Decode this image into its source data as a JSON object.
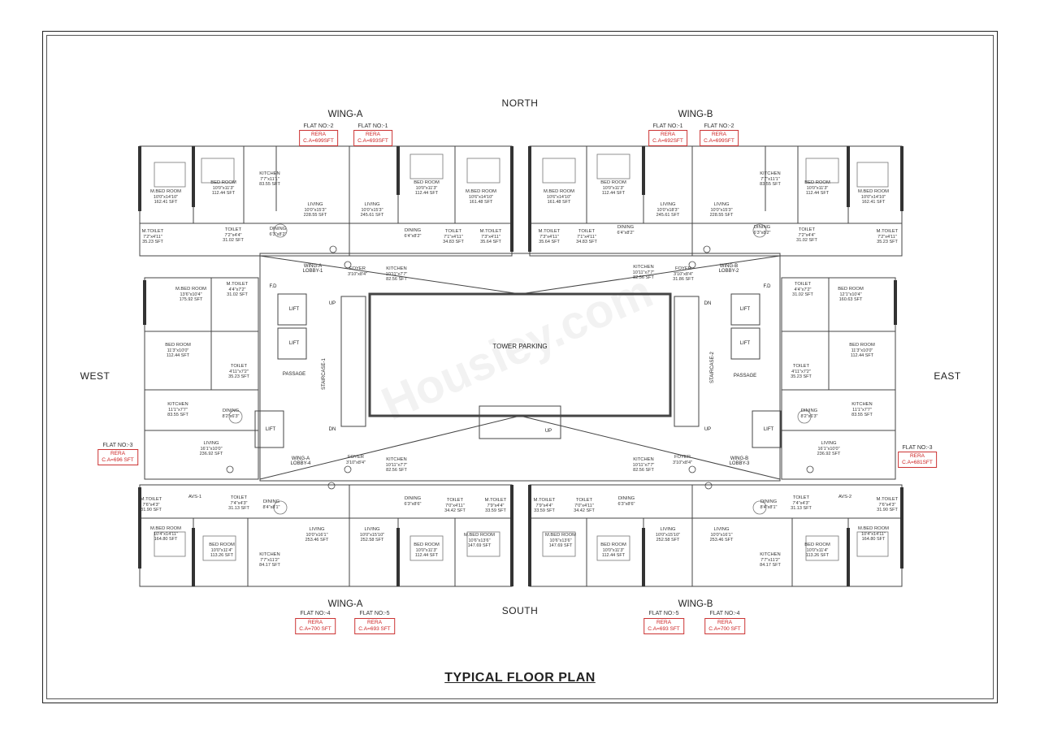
{
  "title": "TYPICAL FLOOR PLAN",
  "watermark": "Housiey.com",
  "directions": {
    "north": "NORTH",
    "south": "SOUTH",
    "east": "EAST",
    "west": "WEST"
  },
  "wings": {
    "wing_a_top": "WING-A",
    "wing_b_top": "WING-B",
    "wing_a_bottom": "WING-A",
    "wing_b_bottom": "WING-B"
  },
  "flats": {
    "a2": {
      "no": "FLAT NO:-2",
      "rera": "RERA",
      "ca": "C.A=699SFT"
    },
    "a1": {
      "no": "FLAT NO:-1",
      "rera": "RERA",
      "ca": "C.A=693SFT"
    },
    "b1": {
      "no": "FLAT NO:-1",
      "rera": "RERA",
      "ca": "C.A=692SFT"
    },
    "b2": {
      "no": "FLAT NO:-2",
      "rera": "RERA",
      "ca": "C.A=699SFT"
    },
    "a3": {
      "no": "FLAT NO:-3",
      "rera": "RERA",
      "ca": "C.A=696 SFT"
    },
    "b3": {
      "no": "FLAT NO:-3",
      "rera": "RERA",
      "ca": "C.A=681SFT"
    },
    "a4": {
      "no": "FLAT NO:-4",
      "rera": "RERA",
      "ca": "C.A=700 SFT"
    },
    "a5": {
      "no": "FLAT NO:-5",
      "rera": "RERA",
      "ca": "C.A=693 SFT"
    },
    "b5": {
      "no": "FLAT NO:-5",
      "rera": "RERA",
      "ca": "C.A=693 SFT"
    },
    "b4": {
      "no": "FLAT NO:-4",
      "rera": "RERA",
      "ca": "C.A=700 SFT"
    }
  },
  "core": {
    "tower_parking": "TOWER PARKING",
    "lift": "LIFT",
    "passage": "PASSAGE",
    "staircase_1": "STAIRCASE-1",
    "staircase_2": "STAIRCASE-2",
    "lobby_a1": "WING-A LOBBY-1",
    "lobby_b2": "WING-B LOBBY-2",
    "lobby_a4": "WING-A LOBBY-4",
    "lobby_b3": "WING-B LOBBY-3",
    "up": "UP",
    "dn": "DN",
    "fd": "F.D"
  },
  "rooms": {
    "mbed_a2": {
      "name": "M.BED ROOM",
      "dim": "10'0\"x14'10\"",
      "area": "162.41 SFT"
    },
    "bed_a2": {
      "name": "BED ROOM",
      "dim": "10'0\"x11'3\"",
      "area": "112.44 SFT"
    },
    "kit_a2": {
      "name": "KITCHEN",
      "dim": "7'7\"x11'1\"",
      "area": "83.55 SFT"
    },
    "liv_a2": {
      "name": "LIVING",
      "dim": "10'0\"x15'3\"",
      "area": "228.55 SFT"
    },
    "din_a2": {
      "name": "DINING",
      "dim": "6'3\"x8'2\"",
      "area": ""
    },
    "mt_a2": {
      "name": "M.TOILET",
      "dim": "7'2\"x4'11\"",
      "area": "35.23 SFT"
    },
    "t_a2": {
      "name": "TOILET",
      "dim": "7'2\"x4'4\"",
      "area": "31.02 SFT"
    },
    "liv_a1": {
      "name": "LIVING",
      "dim": "10'0\"x15'3\"",
      "area": "245.61 SFT"
    },
    "bed_a1": {
      "name": "BED ROOM",
      "dim": "10'0\"x11'3\"",
      "area": "112.44 SFT"
    },
    "mbed_a1": {
      "name": "M.BED ROOM",
      "dim": "10'6\"x14'10\"",
      "area": "161.48 SFT"
    },
    "din_a1": {
      "name": "DINING",
      "dim": "6'4\"x8'2\"",
      "area": ""
    },
    "t_a1": {
      "name": "TOILET",
      "dim": "7'1\"x4'11\"",
      "area": "34.83 SFT"
    },
    "mt_a1": {
      "name": "M.TOILET",
      "dim": "7'3\"x4'11\"",
      "area": "35.64 SFT"
    },
    "kit_a1": {
      "name": "KITCHEN",
      "dim": "10'11\"x7'7\"",
      "area": "82.56 SFT"
    },
    "foyer_a1": {
      "name": "FOYER",
      "dim": "3'10\"x8'4\"",
      "area": ""
    },
    "mbed_b1": {
      "name": "M.BED ROOM",
      "dim": "10'6\"x14'10\"",
      "area": "161.48 SFT"
    },
    "bed_b1": {
      "name": "BED ROOM",
      "dim": "10'0\"x11'3\"",
      "area": "112.44 SFT"
    },
    "liv_b1": {
      "name": "LIVING",
      "dim": "10'0\"x18'3\"",
      "area": "245.61 SFT"
    },
    "din_b1": {
      "name": "DINING",
      "dim": "6'4\"x8'2\"",
      "area": ""
    },
    "mt_b1": {
      "name": "M.TOILET",
      "dim": "7'3\"x4'11\"",
      "area": "35.64 SFT"
    },
    "t_b1": {
      "name": "TOILET",
      "dim": "7'1\"x4'11\"",
      "area": "34.83 SFT"
    },
    "kit_b1": {
      "name": "KITCHEN",
      "dim": "10'11\"x7'7\"",
      "area": "82.56 SFT"
    },
    "foyer_b1": {
      "name": "FOYER",
      "dim": "3'10\"x8'4\"",
      "area": "31.86 SFT"
    },
    "liv_b2": {
      "name": "LIVING",
      "dim": "10'0\"x15'3\"",
      "area": "228.55 SFT"
    },
    "kit_b2": {
      "name": "KITCHEN",
      "dim": "7'7\"x11'1\"",
      "area": "83.55 SFT"
    },
    "bed_b2": {
      "name": "BED ROOM",
      "dim": "10'0\"x11'3\"",
      "area": "112.44 SFT"
    },
    "mbed_b2": {
      "name": "M.BED ROOM",
      "dim": "10'0\"x14'10\"",
      "area": "162.41 SFT"
    },
    "din_b2": {
      "name": "DINING",
      "dim": "6'3\"x8'2\"",
      "area": ""
    },
    "t_b2": {
      "name": "TOILET",
      "dim": "7'2\"x4'4\"",
      "area": "31.02 SFT"
    },
    "mt_b2": {
      "name": "M.TOILET",
      "dim": "7'2\"x4'11\"",
      "area": "35.23 SFT"
    },
    "mbed_a3": {
      "name": "M.BED ROOM",
      "dim": "13'6\"x10'4\"",
      "area": "175.92 SFT"
    },
    "mt_a3": {
      "name": "M.TOILET",
      "dim": "4'4\"x7'2\"",
      "area": "31.02 SFT"
    },
    "bed_a3": {
      "name": "BED ROOM",
      "dim": "11'3\"x10'0\"",
      "area": "112.44 SFT"
    },
    "t_a3": {
      "name": "TOILET",
      "dim": "4'11\"x7'2\"",
      "area": "35.23 SFT"
    },
    "kit_a3": {
      "name": "KITCHEN",
      "dim": "11'1\"x7'7\"",
      "area": "83.55 SFT"
    },
    "din_a3": {
      "name": "DINING",
      "dim": "8'2\"x6'3\"",
      "area": ""
    },
    "liv_a3": {
      "name": "LIVING",
      "dim": "16'1\"x10'0\"",
      "area": "236.92 SFT"
    },
    "mbed_b3": {
      "name": "BED ROOM",
      "dim": "12'1\"x10'4\"",
      "area": "160.63 SFT"
    },
    "mt_b3": {
      "name": "TOILET",
      "dim": "4'4\"x7'2\"",
      "area": "31.02 SFT"
    },
    "bed_b3": {
      "name": "BED ROOM",
      "dim": "11'3\"x10'0\"",
      "area": "112.44 SFT"
    },
    "t_b3": {
      "name": "TOILET",
      "dim": "4'11\"x7'2\"",
      "area": "35.23 SFT"
    },
    "kit_b3": {
      "name": "KITCHEN",
      "dim": "11'1\"x7'7\"",
      "area": "83.55 SFT"
    },
    "din_b3": {
      "name": "DINING",
      "dim": "8'2\"x6'3\"",
      "area": ""
    },
    "liv_b3": {
      "name": "LIVING",
      "dim": "16'1\"x10'0\"",
      "area": "236.92 SFT"
    },
    "mbed_a4": {
      "name": "M.BED ROOM",
      "dim": "10'4\"x14'11\"",
      "area": "164.80 SFT"
    },
    "bed_a4": {
      "name": "BED ROOM",
      "dim": "10'0\"x11'4\"",
      "area": "113.26 SFT"
    },
    "kit_a4": {
      "name": "KITCHEN",
      "dim": "7'7\"x11'2\"",
      "area": "84.17 SFT"
    },
    "liv_a4": {
      "name": "LIVING",
      "dim": "10'0\"x16'1\"",
      "area": "253.46 SFT"
    },
    "din_a4": {
      "name": "DINING",
      "dim": "8'4\"x8'1\"",
      "area": ""
    },
    "mt_a4": {
      "name": "M.TOILET",
      "dim": "7'6\"x4'3\"",
      "area": "31.90 SFT"
    },
    "t_a4": {
      "name": "TOILET",
      "dim": "7'4\"x4'3\"",
      "area": "31.13 SFT"
    },
    "avs_1": {
      "name": "AVS-1",
      "dim": "",
      "area": ""
    },
    "liv_a5": {
      "name": "LIVING",
      "dim": "10'0\"x15'10\"",
      "area": "252.58 SFT"
    },
    "bed_a5": {
      "name": "BED ROOM",
      "dim": "10'0\"x11'3\"",
      "area": "112.44 SFT"
    },
    "mbed_a5": {
      "name": "M.BED ROOM",
      "dim": "10'6\"x13'6\"",
      "area": "147.69 SFT"
    },
    "din_a5": {
      "name": "DINING",
      "dim": "6'3\"x8'6\"",
      "area": ""
    },
    "t_a5": {
      "name": "TOILET",
      "dim": "7'0\"x4'11\"",
      "area": "34.42 SFT"
    },
    "mt_a5": {
      "name": "M.TOILET",
      "dim": "7'9\"x4'4\"",
      "area": "33.59 SFT"
    },
    "kit_a5": {
      "name": "KITCHEN",
      "dim": "10'11\"x7'7\"",
      "area": "82.56 SFT"
    },
    "foyer_a5": {
      "name": "FOYER",
      "dim": "3'10\"x8'4\"",
      "area": ""
    },
    "mbed_b5": {
      "name": "M.BED ROOM",
      "dim": "10'6\"x13'6\"",
      "area": "147.69 SFT"
    },
    "bed_b5": {
      "name": "BED ROOM",
      "dim": "10'0\"x11'3\"",
      "area": "112.44 SFT"
    },
    "liv_b5": {
      "name": "LIVING",
      "dim": "10'0\"x15'10\"",
      "area": "252.58 SFT"
    },
    "din_b5": {
      "name": "DINING",
      "dim": "6'3\"x8'6\"",
      "area": ""
    },
    "mt_b5": {
      "name": "M.TOILET",
      "dim": "7'9\"x4'4\"",
      "area": "33.59 SFT"
    },
    "t_b5": {
      "name": "TOILET",
      "dim": "7'0\"x4'11\"",
      "area": "34.42 SFT"
    },
    "kit_b5": {
      "name": "KITCHEN",
      "dim": "10'11\"x7'7\"",
      "area": "82.56 SFT"
    },
    "foyer_b5": {
      "name": "FOYER",
      "dim": "3'10\"x8'4\"",
      "area": ""
    },
    "liv_b4": {
      "name": "LIVING",
      "dim": "10'0\"x16'1\"",
      "area": "253.46 SFT"
    },
    "kit_b4": {
      "name": "KITCHEN",
      "dim": "7'7\"x11'2\"",
      "area": "84.17 SFT"
    },
    "bed_b4": {
      "name": "BED ROOM",
      "dim": "10'0\"x11'4\"",
      "area": "113.26 SFT"
    },
    "mbed_b4": {
      "name": "M.BED ROOM",
      "dim": "10'4\"x14'11\"",
      "area": "164.80 SFT"
    },
    "din_b4": {
      "name": "DINING",
      "dim": "8'4\"x8'1\"",
      "area": ""
    },
    "t_b4": {
      "name": "TOILET",
      "dim": "7'4\"x4'3\"",
      "area": "31.13 SFT"
    },
    "mt_b4": {
      "name": "M.TOILET",
      "dim": "7'6\"x4'3\"",
      "area": "31.90 SFT"
    },
    "avs_2": {
      "name": "AVS-2",
      "dim": "",
      "area": ""
    }
  }
}
